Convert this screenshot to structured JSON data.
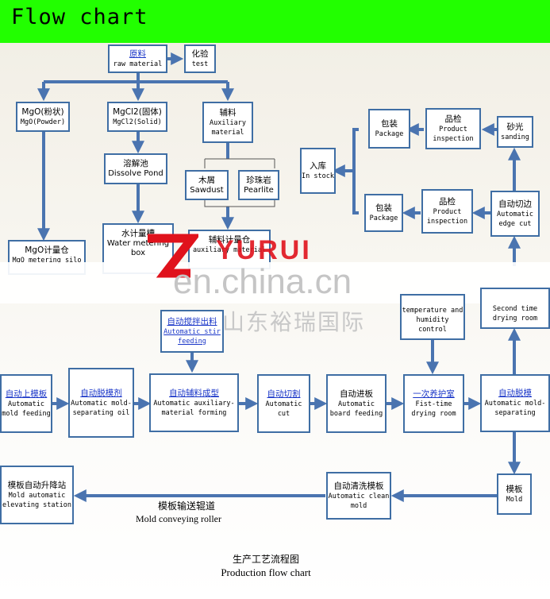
{
  "header": {
    "title": "Flow chart"
  },
  "boxes": {
    "raw": {
      "cn": "原料",
      "en": "raw material"
    },
    "test": {
      "cn": "化验",
      "en": "test"
    },
    "mgo": {
      "cn": "MgO(粉状)",
      "en": "MgO(Powder)"
    },
    "mgcl": {
      "cn": "MgCl2(固体)",
      "en": "MgCl2(Solid)"
    },
    "aux": {
      "cn": "辅料",
      "en": "Auxiliary material"
    },
    "dissolve": {
      "cn": "溶解池",
      "en": "Dissolve Pond"
    },
    "sawdust": {
      "cn": "木屑",
      "en": "Sawdust"
    },
    "pearlite": {
      "cn": "珍珠岩",
      "en": "Pearlite"
    },
    "mgo_silo": {
      "cn": "MgO计量仓",
      "en": "MgO metering silo"
    },
    "water": {
      "cn": "水计量槽",
      "en": "Water metering box"
    },
    "aux_meter": {
      "cn": "辅料计量仓",
      "en": "auxiliary material"
    },
    "stir": {
      "cn": "自动搅拌出料",
      "en": "Automatic stir feeding"
    },
    "package1": {
      "cn": "包装",
      "en": "Package"
    },
    "inspect1": {
      "cn": "品检",
      "en": "Product inspection"
    },
    "sanding": {
      "cn": "砂光",
      "en": "sanding"
    },
    "instock": {
      "cn": "入库",
      "en": "In stock"
    },
    "package2": {
      "cn": "包装",
      "en": "Package"
    },
    "inspect2": {
      "cn": "品检",
      "en": "Product inspection"
    },
    "edge": {
      "cn": "自动切边",
      "en": "Automatic edge cut"
    },
    "temp": {
      "cn": "",
      "en": "temperature and humidity control"
    },
    "second": {
      "cn": "",
      "en": "Second time drying room"
    },
    "mold_feed": {
      "cn": "自动上模板",
      "en": "Automatic mold feeding"
    },
    "oil": {
      "cn": "自动脱模剂",
      "en": "Automatic mold-separating oil"
    },
    "forming": {
      "cn": "自动辅料成型",
      "en": "Automatic auxiliary-material forming"
    },
    "cut": {
      "cn": "自动切割",
      "en": "Automatic cut"
    },
    "board": {
      "cn": "自动进板",
      "en": "Automatic board feeding"
    },
    "first": {
      "cn": "一次养护室",
      "en": "Fist-time drying room"
    },
    "separate": {
      "cn": "自动脱模",
      "en": "Automatic mold-separating"
    },
    "elevate": {
      "cn": "模板自动升降站",
      "en": "Mold automatic elevating station"
    },
    "clean": {
      "cn": "自动清洗模板",
      "en": "Automatic clean mold"
    },
    "mold": {
      "cn": "模板",
      "en": "Mold"
    }
  },
  "labels": {
    "roller_cn": "模板输送辊道",
    "roller_en": "Mold conveying roller",
    "caption_cn": "生产工艺流程图",
    "caption_en": "Production flow chart"
  },
  "watermark": {
    "brand": "YURUI",
    "site": "en.china.cn",
    "company": "山东裕瑞国际"
  },
  "colors": {
    "header": "#22ff00",
    "box_border": "#3f6ea4",
    "arrow": "#4a74b0",
    "link_text": "#1a36c8",
    "watermark_red": "#e0121c"
  }
}
